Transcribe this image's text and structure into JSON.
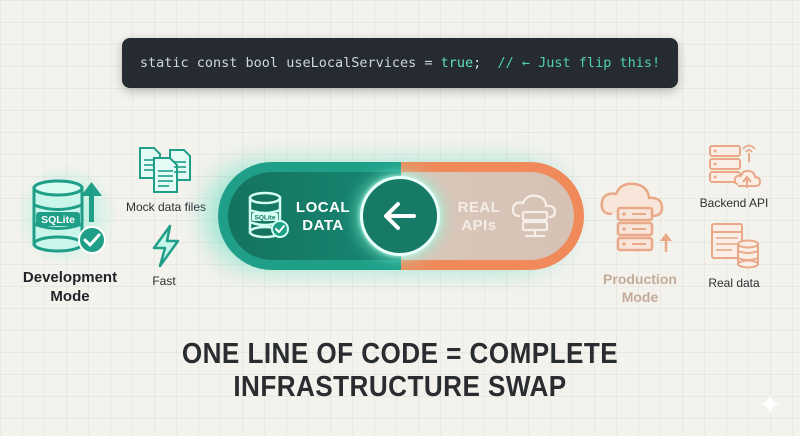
{
  "code": {
    "part1": "static const bool useLocalServices = ",
    "value": "true",
    "part2": ";  ",
    "comment": "// ← Just flip this!"
  },
  "left": {
    "db_label": "SQLite",
    "mode_title": "Development\nMode",
    "mock_label": "Mock data files",
    "fast_label": "Fast"
  },
  "toggle": {
    "left_label": "LOCAL\nDATA",
    "left_db_label": "SQLite",
    "right_label": "REAL\nAPIs"
  },
  "right": {
    "mode_title": "Production\nMode",
    "backend_label": "Backend API",
    "realdata_label": "Real data"
  },
  "headline": "ONE LINE OF CODE = COMPLETE\nINFRASTRUCTURE SWAP",
  "colors": {
    "teal": "#1f9e88",
    "teal_dark": "#15735f",
    "orange": "#f08a5a",
    "peach": "#e9a988",
    "code_bg": "#262b31"
  }
}
